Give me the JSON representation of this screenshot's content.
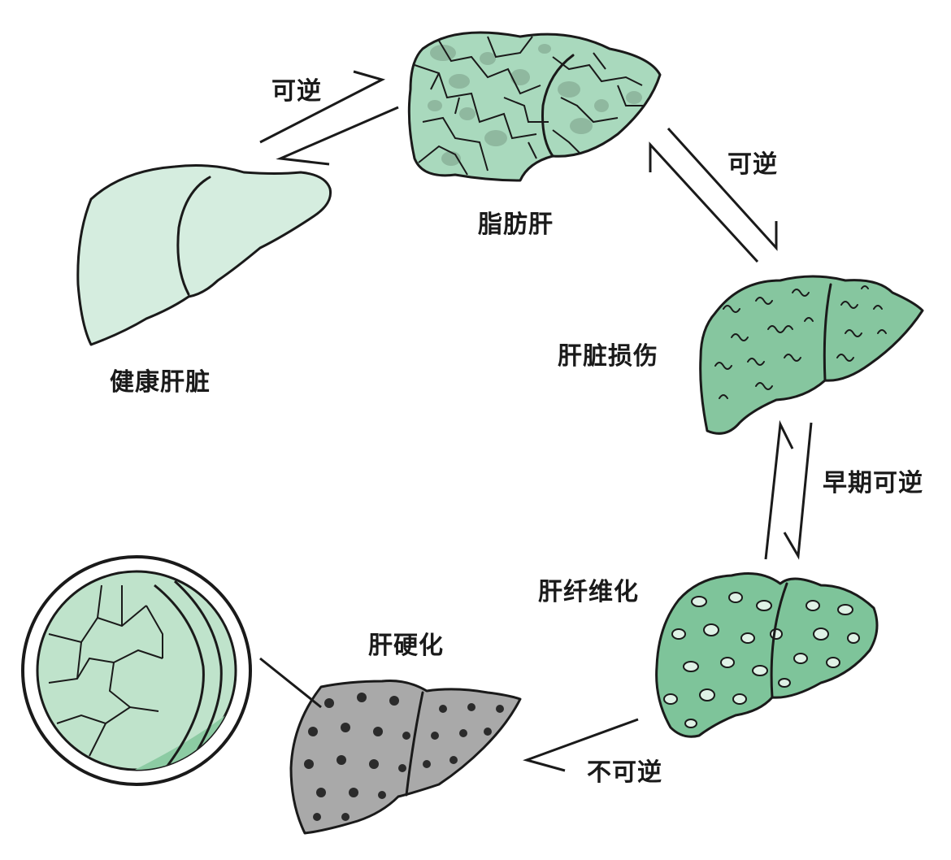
{
  "colors": {
    "healthy_fill": "#d5eddf",
    "fatty_fill": "#a9d9bd",
    "fatty_spot": "#8fb89f",
    "injury_fill": "#86c69f",
    "fibrosis_fill": "#7ec49a",
    "cirrhosis_fill": "#a9a9a9",
    "cirrhosis_dot": "#2b2b2b",
    "zoom_fill": "#bfe3cb",
    "zoom_dark": "#8ccba3",
    "outline": "#1a1a1a"
  },
  "stages": {
    "healthy": {
      "label": "健康肝脏",
      "icon": "healthy-liver-icon"
    },
    "fatty": {
      "label": "脂肪肝",
      "icon": "fatty-liver-icon"
    },
    "injury": {
      "label": "肝脏损伤",
      "icon": "injured-liver-icon"
    },
    "fibrosis": {
      "label": "肝纤维化",
      "icon": "fibrotic-liver-icon"
    },
    "cirrhosis": {
      "label": "肝硬化",
      "icon": "cirrhotic-liver-icon"
    }
  },
  "transitions": {
    "healthy_fatty": "可逆",
    "fatty_injury": "可逆",
    "injury_fibrosis": "早期可逆",
    "fibrosis_cirrhosis": "不可逆"
  },
  "magnifier": {
    "icon": "magnified-liver-surface-icon"
  }
}
